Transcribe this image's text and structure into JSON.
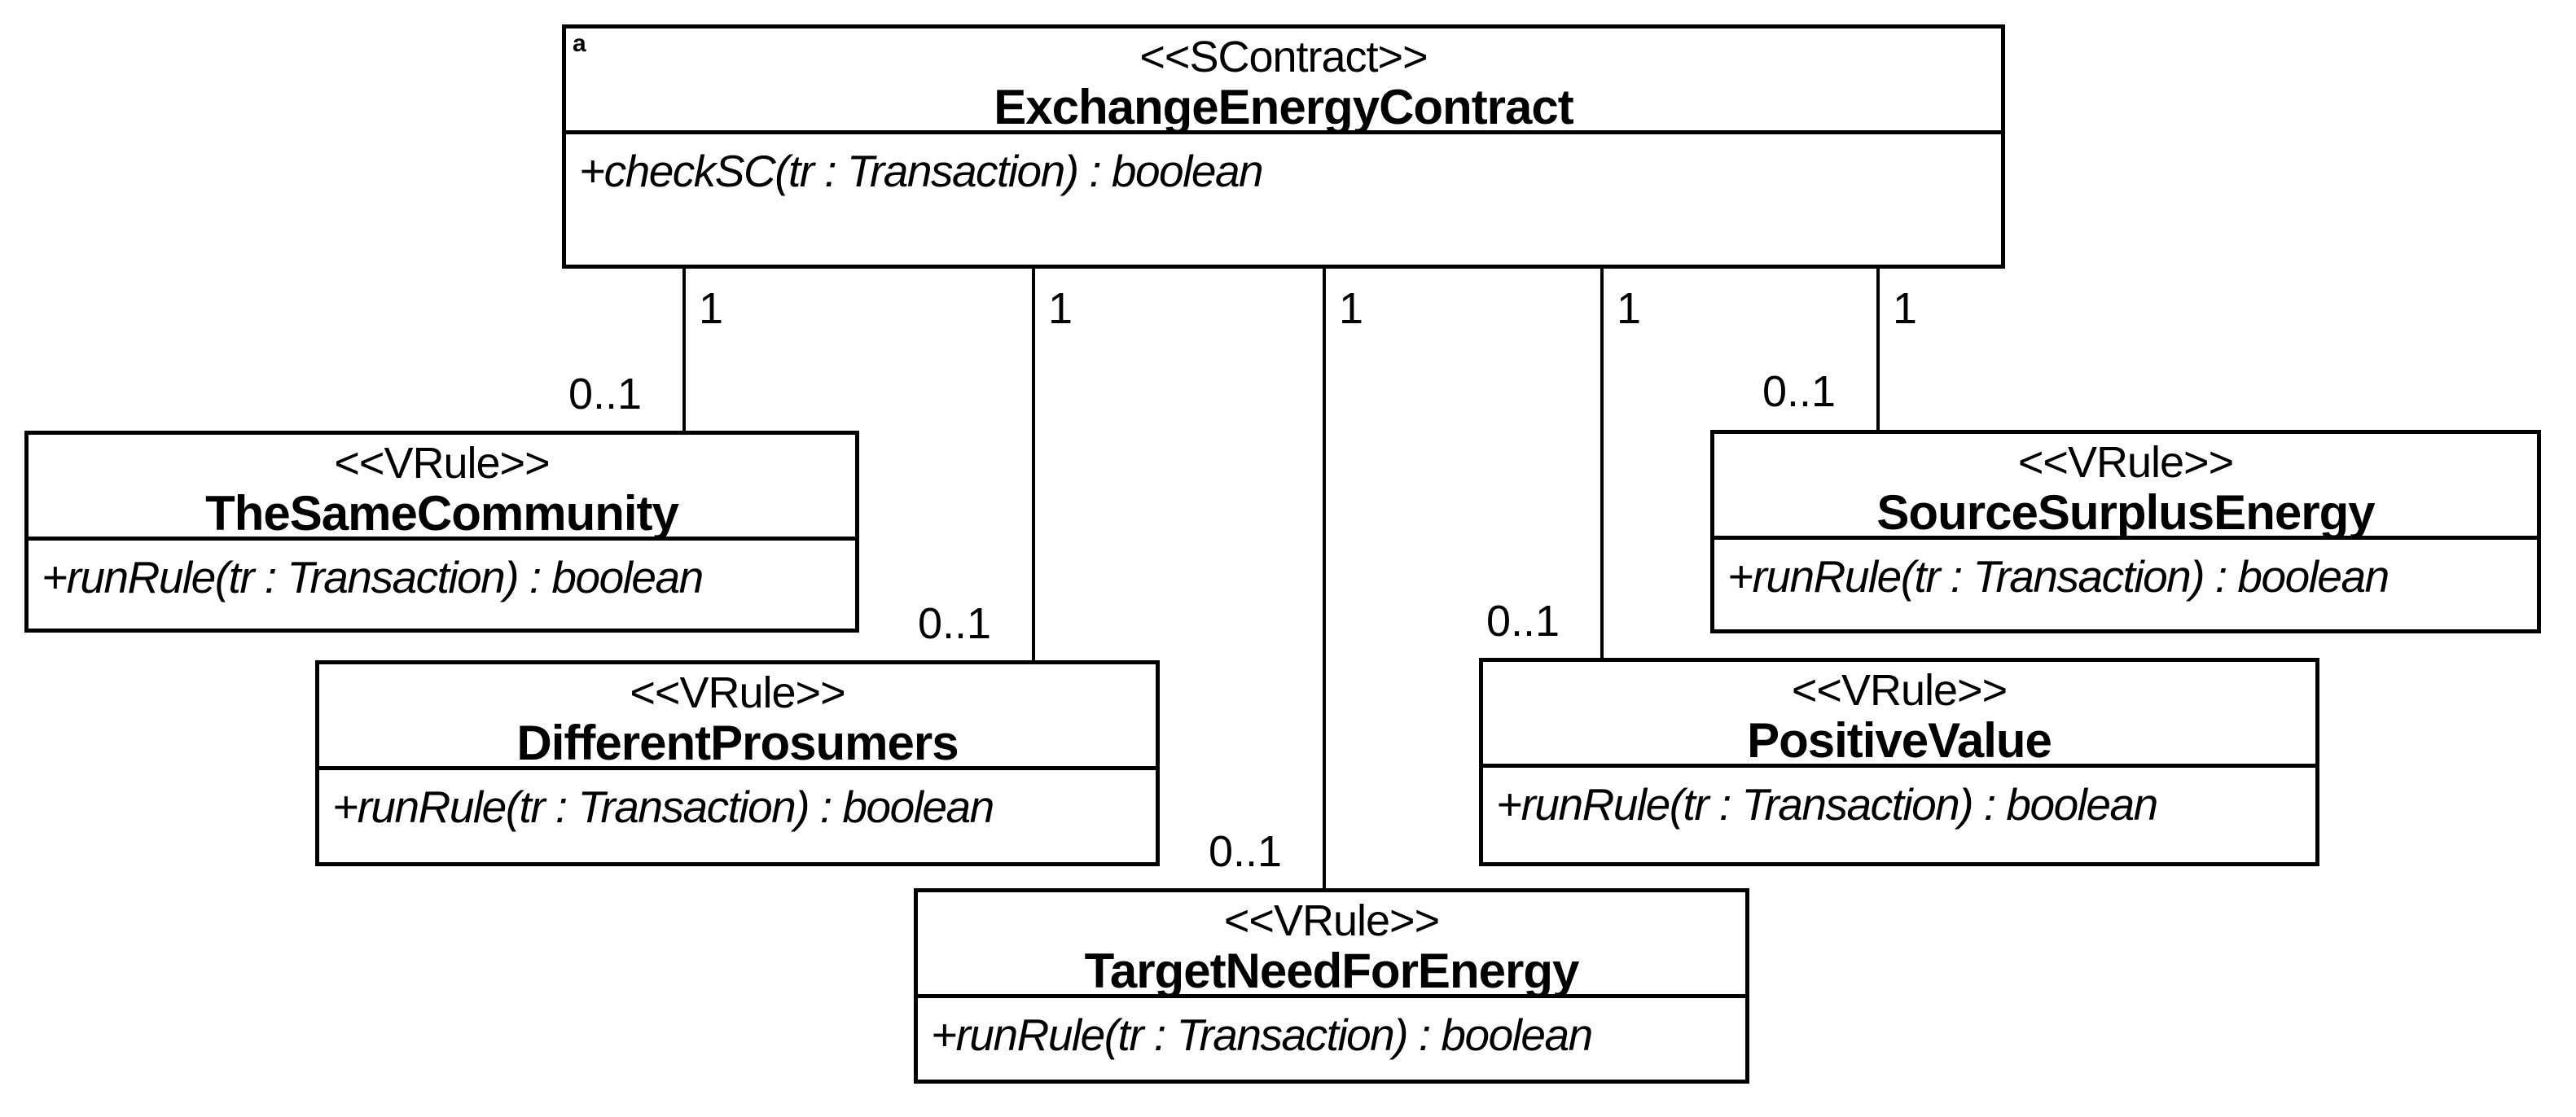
{
  "diagram": {
    "corner_marker": "a",
    "classes": [
      {
        "stereotype": "<<SContract>>",
        "name": "ExchangeEnergyContract",
        "methods": [
          "+checkSC(tr : Transaction) : boolean"
        ]
      },
      {
        "stereotype": "<<VRule>>",
        "name": "TheSameCommunity",
        "methods": [
          "+runRule(tr : Transaction) : boolean"
        ]
      },
      {
        "stereotype": "<<VRule>>",
        "name": "DifferentProsumers",
        "methods": [
          "+runRule(tr : Transaction) : boolean"
        ]
      },
      {
        "stereotype": "<<VRule>>",
        "name": "TargetNeedForEnergy",
        "methods": [
          "+runRule(tr : Transaction) : boolean"
        ]
      },
      {
        "stereotype": "<<VRule>>",
        "name": "PositiveValue",
        "methods": [
          "+runRule(tr : Transaction) : boolean"
        ]
      },
      {
        "stereotype": "<<VRule>>",
        "name": "SourceSurplusEnergy",
        "methods": [
          "+runRule(tr : Transaction) : boolean"
        ]
      }
    ],
    "associations": [
      {
        "from": "ExchangeEnergyContract",
        "to": "TheSameCommunity",
        "source_multiplicity": "1",
        "target_multiplicity": "0..1"
      },
      {
        "from": "ExchangeEnergyContract",
        "to": "DifferentProsumers",
        "source_multiplicity": "1",
        "target_multiplicity": "0..1"
      },
      {
        "from": "ExchangeEnergyContract",
        "to": "TargetNeedForEnergy",
        "source_multiplicity": "1",
        "target_multiplicity": "0..1"
      },
      {
        "from": "ExchangeEnergyContract",
        "to": "PositiveValue",
        "source_multiplicity": "1",
        "target_multiplicity": "0..1"
      },
      {
        "from": "ExchangeEnergyContract",
        "to": "SourceSurplusEnergy",
        "source_multiplicity": "1",
        "target_multiplicity": "0..1"
      }
    ]
  },
  "colors": {
    "line": "#000000",
    "text": "#000000",
    "background": "#ffffff"
  }
}
